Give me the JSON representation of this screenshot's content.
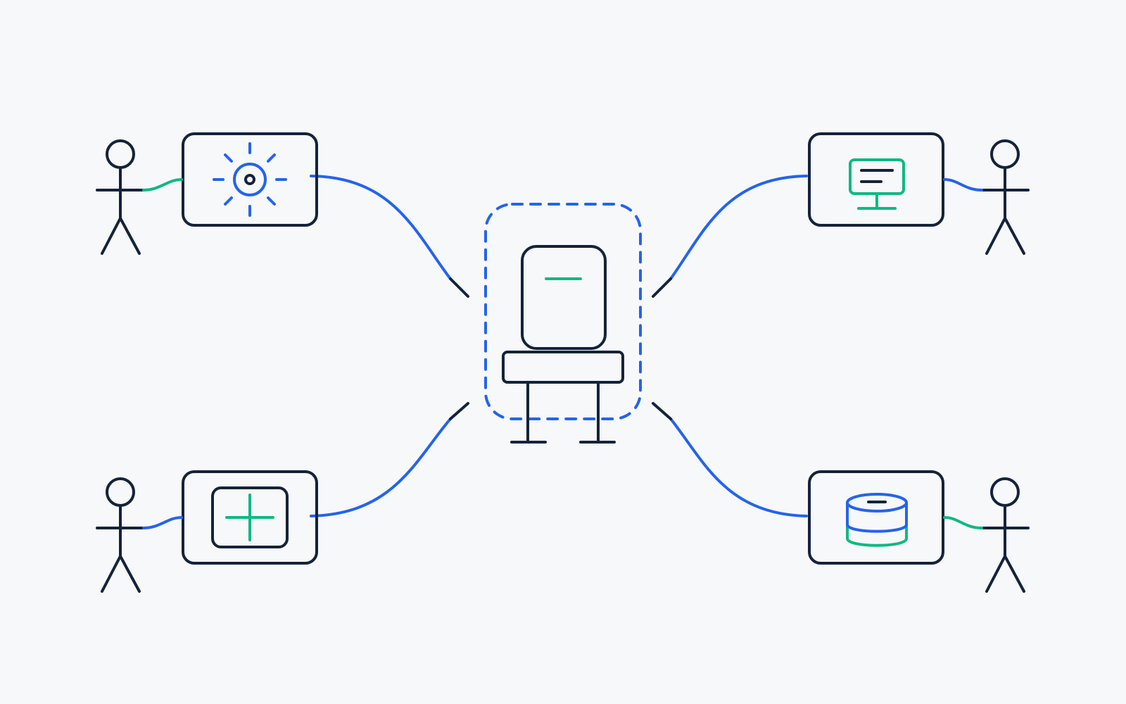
{
  "colors": {
    "background": "#F6F8FA",
    "primary": "#2563EB",
    "accent": "#10B981",
    "outline": "#14233A"
  },
  "center": {
    "icon": "chair-icon",
    "frame_style": "dashed-rounded"
  },
  "satellites": [
    {
      "position": "top-left",
      "icon": "sun-settings-icon",
      "actor": "person-icon"
    },
    {
      "position": "top-right",
      "icon": "monitor-icon",
      "actor": "person-icon"
    },
    {
      "position": "bottom-left",
      "icon": "add-square-icon",
      "actor": "person-icon"
    },
    {
      "position": "bottom-right",
      "icon": "database-icon",
      "actor": "person-icon"
    }
  ]
}
